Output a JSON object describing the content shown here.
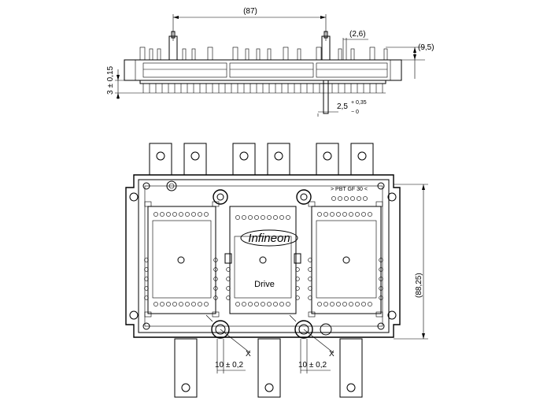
{
  "side_view": {
    "dim_width": "(87)",
    "dim_pin_width": "(2,6)",
    "dim_pin_height": "(9,5)",
    "dim_thickness": "3 ± 0,15",
    "dim_pin_offset": "2,5",
    "dim_tol_plus": "+ 0,35",
    "dim_tol_minus": "− 0"
  },
  "top_view": {
    "marking": "> PBT GF 30 <",
    "logo": "Infineon",
    "product_label": "Drive",
    "dim_height": "(88,25)",
    "dim_hole_left": "10 ± 0,2",
    "dim_hole_right": "10 ± 0,2",
    "datum_mark_left": "X",
    "datum_mark_right": "X"
  }
}
